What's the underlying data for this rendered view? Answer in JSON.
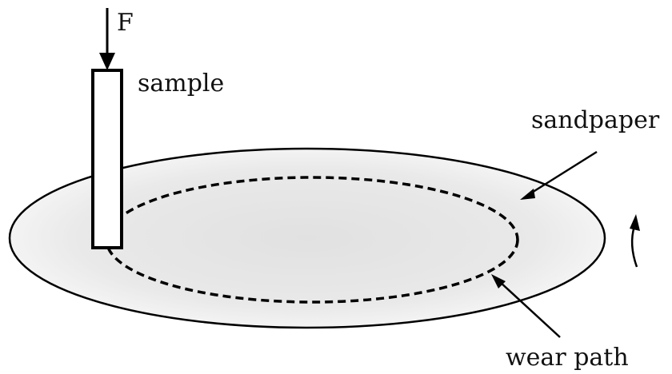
{
  "labels": {
    "force": "F",
    "sample": "sample",
    "sandpaper": "sandpaper",
    "wear_path": "wear path"
  },
  "colors": {
    "stroke": "#000000",
    "disc_center": "#e3e3e3",
    "disc_edge": "#f7f7f7",
    "sample_fill": "#ffffff"
  },
  "icons": {
    "force_arrow": "down-arrow-icon",
    "rotation_arrow": "curved-up-arrow-icon"
  }
}
